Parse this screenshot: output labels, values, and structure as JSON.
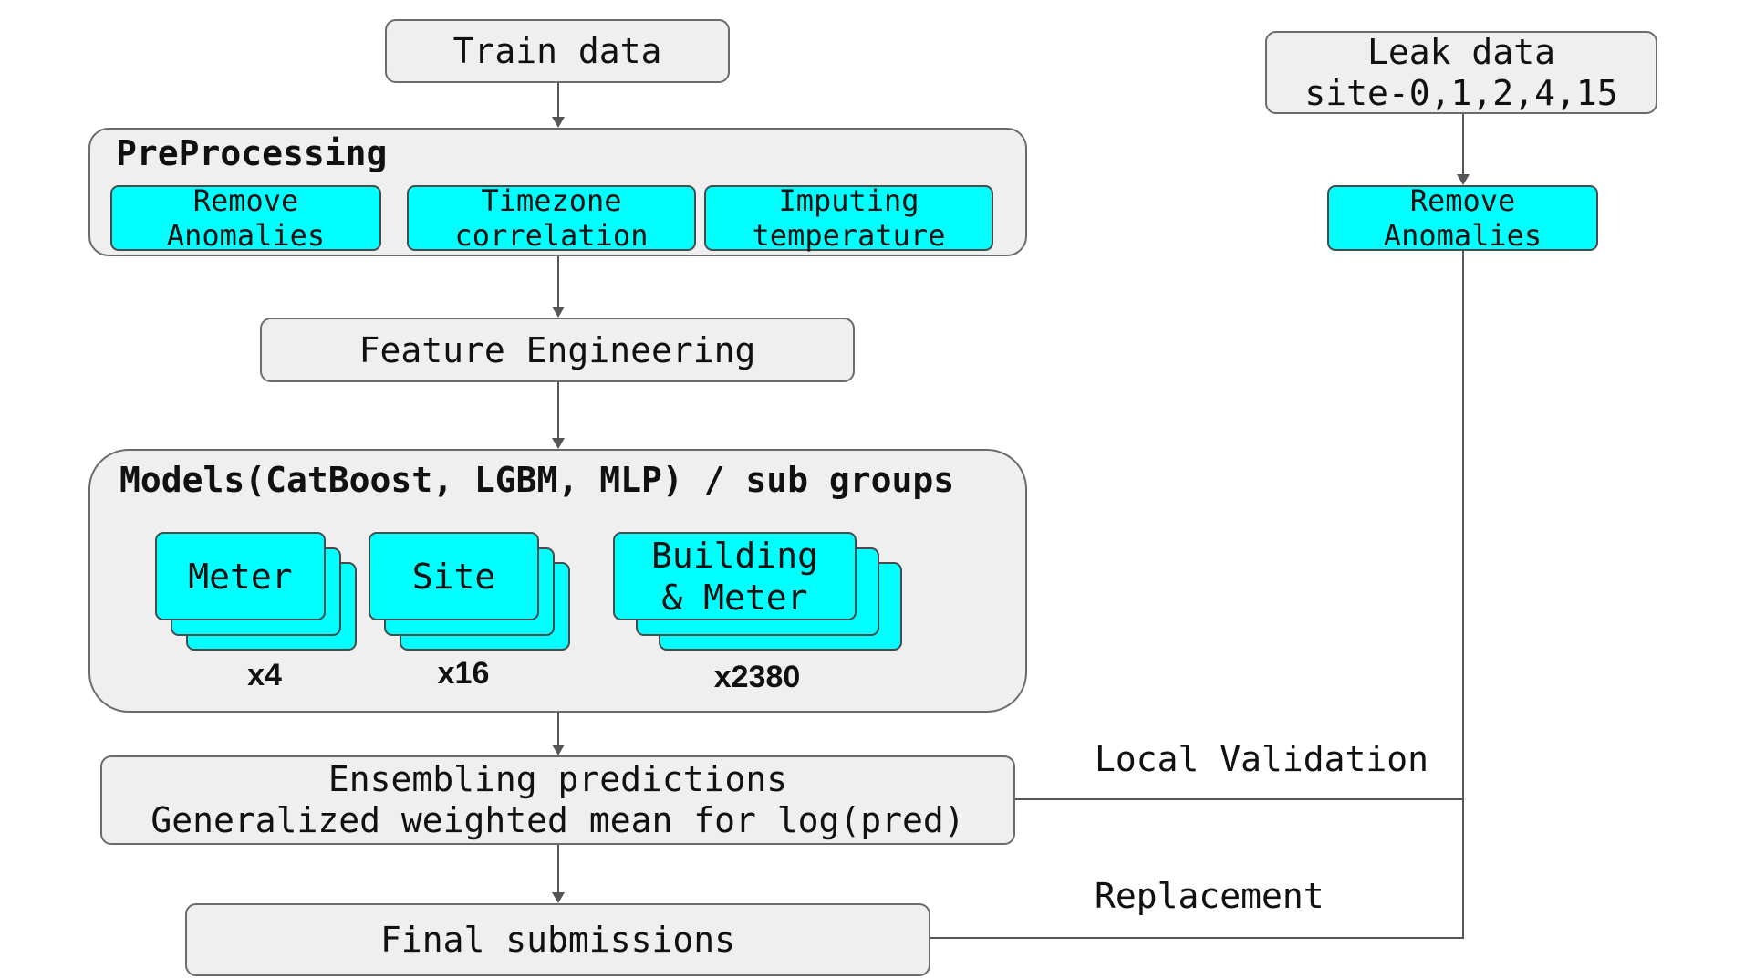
{
  "nodes": {
    "train_data": "Train data",
    "leak_data": [
      "Leak data",
      "site-0,1,2,4,15"
    ],
    "preprocessing": {
      "title": "PreProcessing",
      "steps": [
        [
          "Remove",
          "Anomalies"
        ],
        [
          "Timezone",
          "correlation"
        ],
        [
          "Imputing",
          "temperature"
        ]
      ]
    },
    "leak_remove_anomalies": [
      "Remove",
      "Anomalies"
    ],
    "feature_engineering": "Feature Engineering",
    "models": {
      "title": "Models(CatBoost, LGBM, MLP) / sub groups",
      "groups": [
        {
          "label": [
            "Meter"
          ],
          "count": "x4"
        },
        {
          "label": [
            "Site"
          ],
          "count": "x16"
        },
        {
          "label": [
            "Building",
            "& Meter"
          ],
          "count": "x2380"
        }
      ]
    },
    "ensembling": [
      "Ensembling predictions",
      "Generalized weighted mean for log(pred)"
    ],
    "final_submissions": "Final submissions"
  },
  "edge_labels": {
    "local_validation": "Local Validation",
    "replacement": "Replacement"
  },
  "colors": {
    "box_fill": "#efefef",
    "box_border": "#6b6b6b",
    "highlight_fill": "#00ffff",
    "connector": "#555555"
  }
}
